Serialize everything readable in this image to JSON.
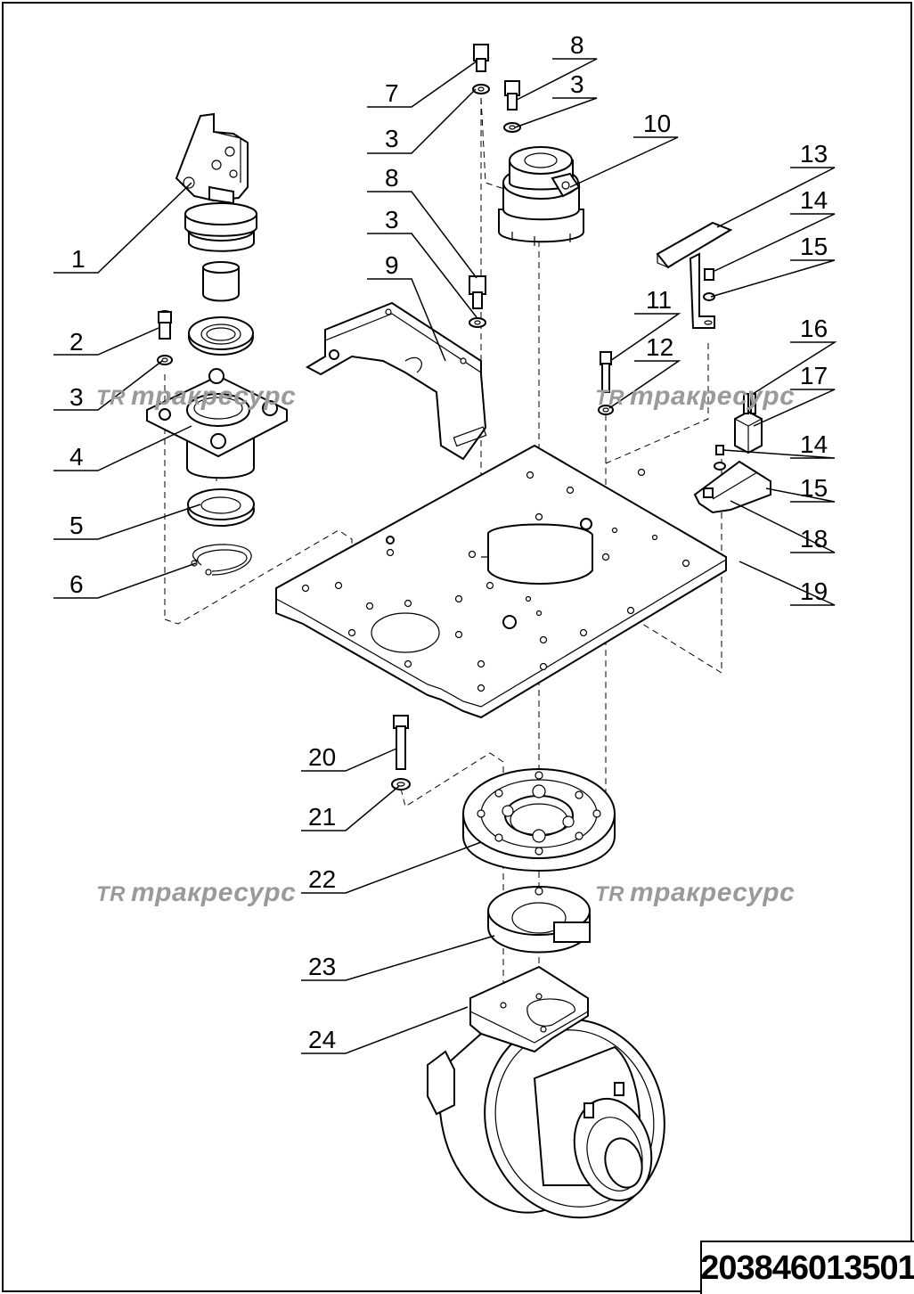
{
  "labels": [
    "1",
    "2",
    "3",
    "3",
    "3",
    "3",
    "4",
    "5",
    "6",
    "7",
    "8",
    "8",
    "9",
    "10",
    "11",
    "12",
    "13",
    "14",
    "14",
    "15",
    "15",
    "16",
    "17",
    "18",
    "19",
    "20",
    "21",
    "22",
    "23",
    "24"
  ],
  "watermark": {
    "logo": "TR",
    "text": "тракресурс"
  },
  "document_number": "203846013501"
}
